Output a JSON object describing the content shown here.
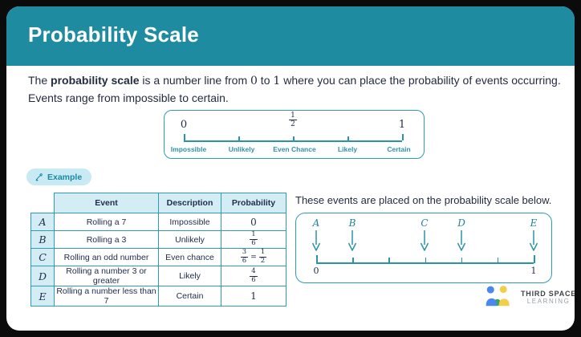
{
  "header": {
    "title": "Probability Scale"
  },
  "intro": {
    "part1": "The ",
    "bold": "probability scale",
    "part2": " is a number line from ",
    "num0": "0",
    "part3": " to ",
    "num1": "1",
    "part4": " where you can place the probability of events occurring. Events range from impossible to certain."
  },
  "scale_legend": {
    "min": "0",
    "mid": {
      "num": "1",
      "den": "2"
    },
    "max": "1",
    "labels": [
      "Impossible",
      "Unlikely",
      "Even Chance",
      "Likely",
      "Certain"
    ]
  },
  "example_badge": {
    "label": "Example"
  },
  "events_table": {
    "headers": {
      "event": "Event",
      "description": "Description",
      "probability": "Probability"
    },
    "rows": [
      {
        "letter": "A",
        "event": "Rolling a 7",
        "description": "Impossible",
        "probability": "0"
      },
      {
        "letter": "B",
        "event": "Rolling a 3",
        "description": "Unlikely",
        "prob_num": "1",
        "prob_den": "6"
      },
      {
        "letter": "C",
        "event": "Rolling an odd number",
        "description": "Even chance",
        "prob1_num": "3",
        "prob1_den": "6",
        "equals": "=",
        "prob2_num": "1",
        "prob2_den": "2"
      },
      {
        "letter": "D",
        "event": "Rolling a number 3 or greater",
        "description": "Likely",
        "prob_num": "4",
        "prob_den": "6"
      },
      {
        "letter": "E",
        "event": "Rolling a number less than 7",
        "description": "Certain",
        "probability": "1"
      }
    ]
  },
  "placement": {
    "caption": "These events are placed on the probability scale below.",
    "scale": {
      "min": "0",
      "max": "1",
      "points": [
        {
          "label": "A",
          "position": 0
        },
        {
          "label": "B",
          "position": 0.167
        },
        {
          "label": "C",
          "position": 0.5
        },
        {
          "label": "D",
          "position": 0.667
        },
        {
          "label": "E",
          "position": 1
        }
      ]
    }
  },
  "logo": {
    "line1": "THIRD SPACE",
    "line2": "LEARNING"
  },
  "colors": {
    "header_teal": "#1e8ba0",
    "border_teal": "#2e9db2",
    "line_teal": "#2a93a8",
    "label_teal": "#2e93a8",
    "light_blue_fill": "#d4edf5",
    "badge_fill": "#c7eaf4",
    "navy_text": "#20304c",
    "logo_blue": "#4a87ee",
    "logo_yellow": "#f2cf4a",
    "logo_green": "#3aa45c"
  }
}
